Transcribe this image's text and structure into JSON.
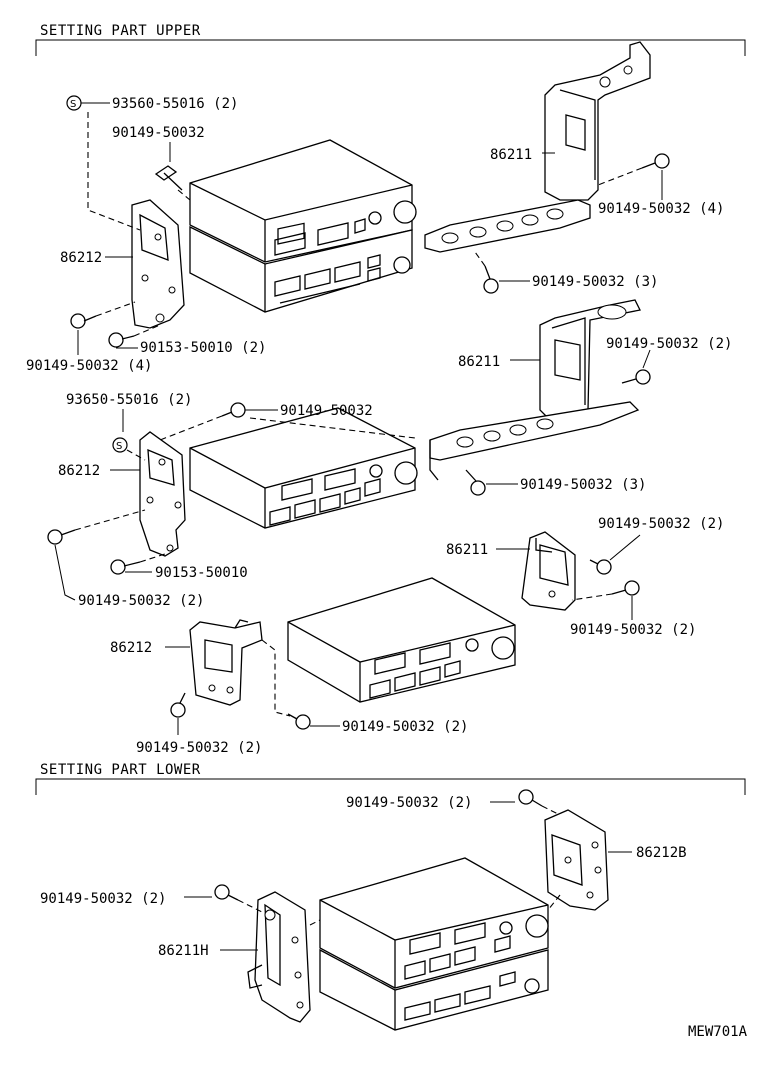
{
  "sections": {
    "upper_title": "SETTING PART UPPER",
    "lower_title": "SETTING PART LOWER"
  },
  "diagram_code": "MEW701A",
  "labels": {
    "u_s_93560": "93560-55016 (2)",
    "u_bolt_single_1": "90149-50032",
    "u_86212_a": "86212",
    "u_bolt_4_left": "90149-50032 (4)",
    "u_90153_2": "90153-50010 (2)",
    "u_86211_a": "86211",
    "u_bolt_4_right": "90149-50032 (4)",
    "u_bolt_3_a": "90149-50032 (3)",
    "u_86211_b": "86211",
    "u_bolt_2_b": "90149-50032 (2)",
    "m_s_93650": "93650-55016 (2)",
    "m_bolt_single": "90149-50032",
    "m_86212": "86212",
    "m_bolt_3": "90149-50032 (3)",
    "m_90153": "90153-50010",
    "m_bolt_2_left": "90149-50032 (2)",
    "c_86211": "86211",
    "c_bolt_2_top": "90149-50032 (2)",
    "c_bolt_2_bottom": "90149-50032 (2)",
    "c_86212": "86212",
    "c_bolt_2_mid": "90149-50032 (2)",
    "c_bolt_2_below": "90149-50032 (2)",
    "l_bolt_2_top": "90149-50032 (2)",
    "l_86212b": "86212B",
    "l_bolt_2_left": "90149-50032 (2)",
    "l_86211h": "86211H"
  },
  "symbols": {
    "s_mark": "S"
  }
}
